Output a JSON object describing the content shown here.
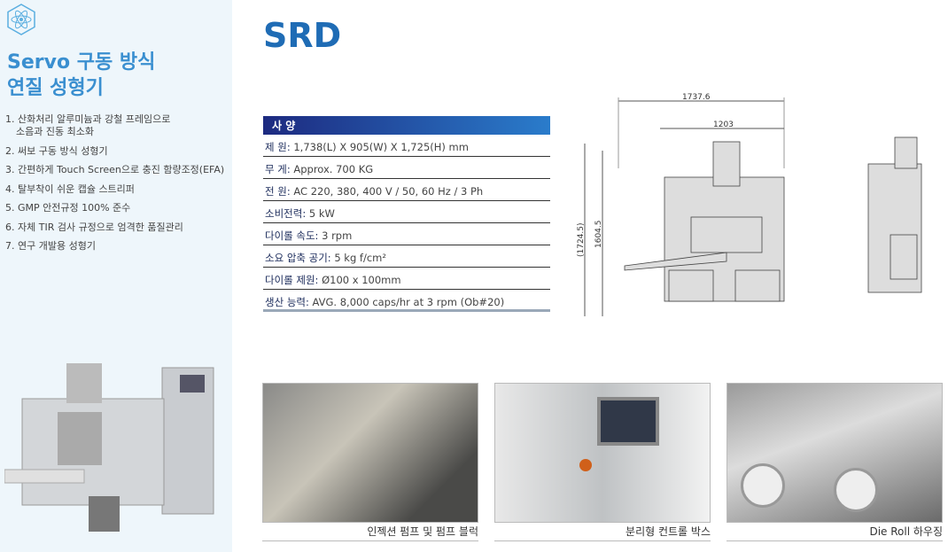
{
  "sidebar": {
    "title_line1": "Servo 구동 방식",
    "title_line2": "연질 성형기",
    "features": [
      "1. 산화처리 알루미늄과 강철 프레임으로",
      "소음과 진동 최소화",
      "2. 써보 구동 방식 성형기",
      "3. 간편하게 Touch Screen으로 충진 함량조정(EFA)",
      "4. 탈부착이 쉬운 캡슐 스트리퍼",
      "5. GMP 안전규정 100% 준수",
      "6. 자체 TIR 검사 규정으로 엄격한 품질관리",
      "7. 연구 개발용 성형기"
    ]
  },
  "model": "SRD",
  "spec": {
    "header": "사 양",
    "rows": [
      {
        "label": "제 원:",
        "value": " 1,738(L) X 905(W) X 1,725(H) mm"
      },
      {
        "label": "무 게:",
        "value": " Approx. 700 KG"
      },
      {
        "label": "전 원:",
        "value": " AC 220, 380, 400 V / 50, 60 Hz / 3 Ph"
      },
      {
        "label": "소비전력:",
        "value": " 5 kW"
      },
      {
        "label": "다이롤 속도:",
        "value": " 3 rpm"
      },
      {
        "label": "소요 압축 공기:",
        "value": " 5 kg f/cm²"
      },
      {
        "label": "다이롤 제원:",
        "value": " Ø100 x 100mm"
      },
      {
        "label": "생산 능력:",
        "value": " AVG. 8,000 caps/hr at 3 rpm (Ob#20)"
      }
    ]
  },
  "drawing": {
    "dim_total_width": "1737.6",
    "dim_width": "1203",
    "dim_total_height": "(1724.5)",
    "dim_height": "1604.5"
  },
  "photos": [
    {
      "caption": "인젝션 펌프 및 펌프 블럭"
    },
    {
      "caption": "분리형 컨트롤 박스"
    },
    {
      "caption": "Die Roll 하우징"
    }
  ],
  "colors": {
    "accent": "#1f6cb5",
    "title": "#3a8fd0"
  }
}
